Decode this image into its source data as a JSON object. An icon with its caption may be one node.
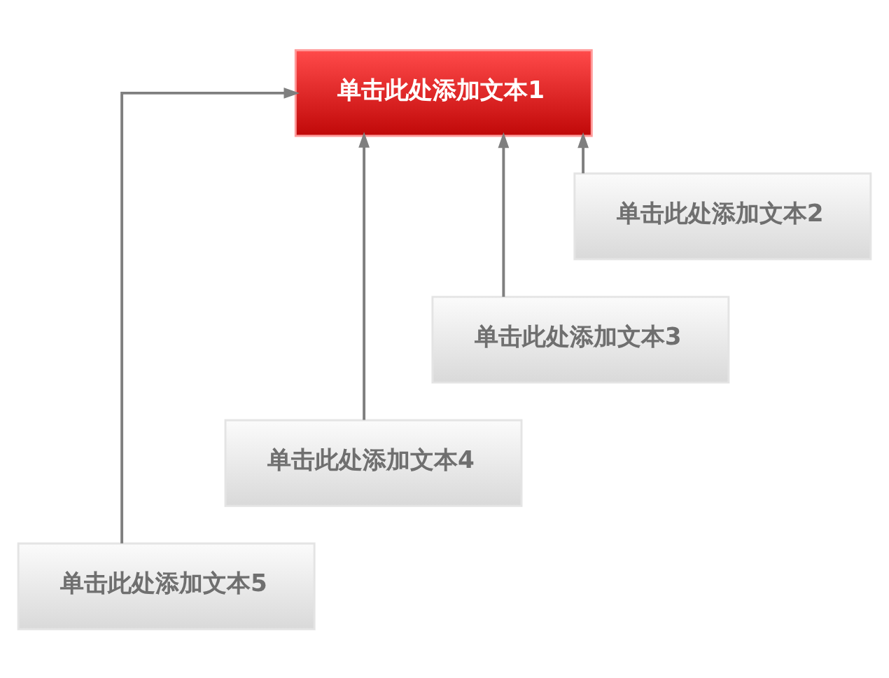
{
  "diagram": {
    "nodes": [
      {
        "text": [
          "单击此处添加文本1"
        ]
      },
      {
        "text": [
          "单击此处添加文本2"
        ]
      },
      {
        "text": [
          "单击此处添加文本3"
        ]
      },
      {
        "text": [
          "单击此处添加文本4"
        ]
      },
      {
        "text": [
          "单击此处添加文本5"
        ]
      }
    ],
    "edges": [
      {
        "from": 1,
        "to": 0,
        "arrow": "to"
      },
      {
        "from": 2,
        "to": 0,
        "arrow": "to"
      },
      {
        "from": 3,
        "to": 0,
        "arrow": "to"
      },
      {
        "from": 4,
        "to": 0,
        "arrow": "to"
      }
    ]
  }
}
